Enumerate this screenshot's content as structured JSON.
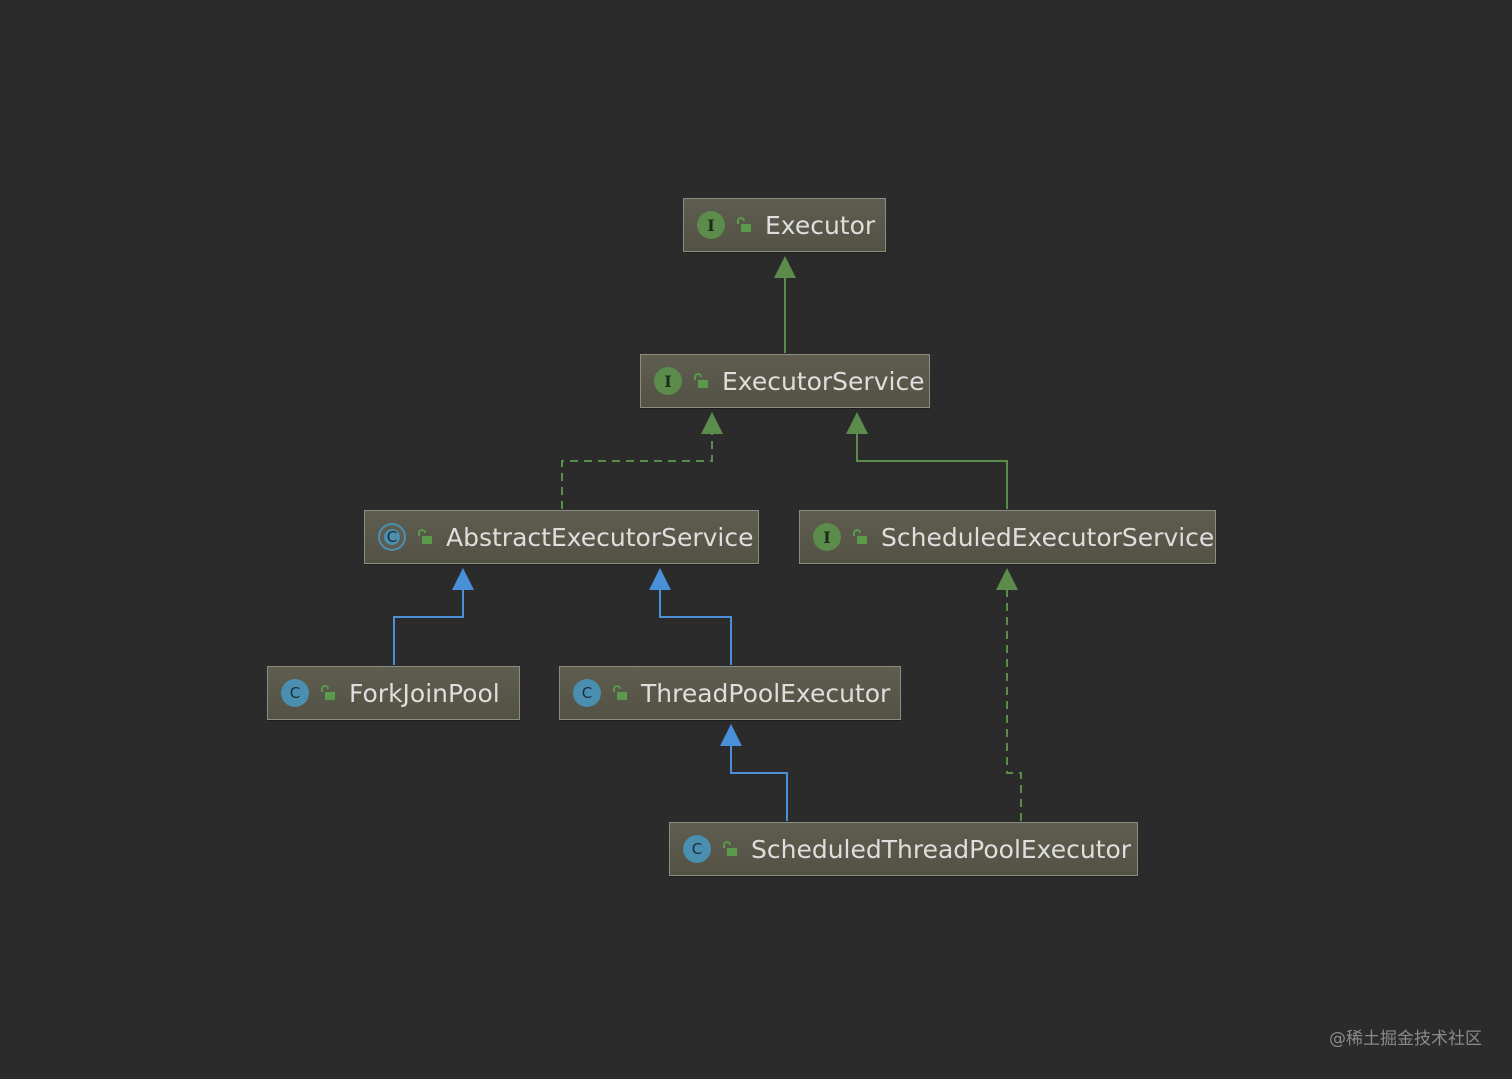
{
  "nodes": {
    "executor": {
      "label": "Executor",
      "kind": "I"
    },
    "executor_service": {
      "label": "ExecutorService",
      "kind": "I"
    },
    "abstract_executor_service": {
      "label": "AbstractExecutorService",
      "kind": "C"
    },
    "scheduled_executor_service": {
      "label": "ScheduledExecutorService",
      "kind": "I"
    },
    "fork_join_pool": {
      "label": "ForkJoinPool",
      "kind": "C"
    },
    "thread_pool_executor": {
      "label": "ThreadPoolExecutor",
      "kind": "C"
    },
    "scheduled_thread_pool_executor": {
      "label": "ScheduledThreadPoolExecutor",
      "kind": "C"
    }
  },
  "colors": {
    "background": "#2b2b2b",
    "interface_edge": "#5b8c4b",
    "class_edge": "#4a90d9",
    "interface_badge": "#5b8c4b",
    "class_badge": "#4a8fb0",
    "node_text": "#dedede"
  },
  "icons": {
    "interface_badge": "interface-i-icon",
    "class_badge": "class-c-icon",
    "abstract_class_badge": "abstract-class-c-icon",
    "visibility": "public-lock-icon"
  },
  "watermark": "@稀土掘金技术社区"
}
